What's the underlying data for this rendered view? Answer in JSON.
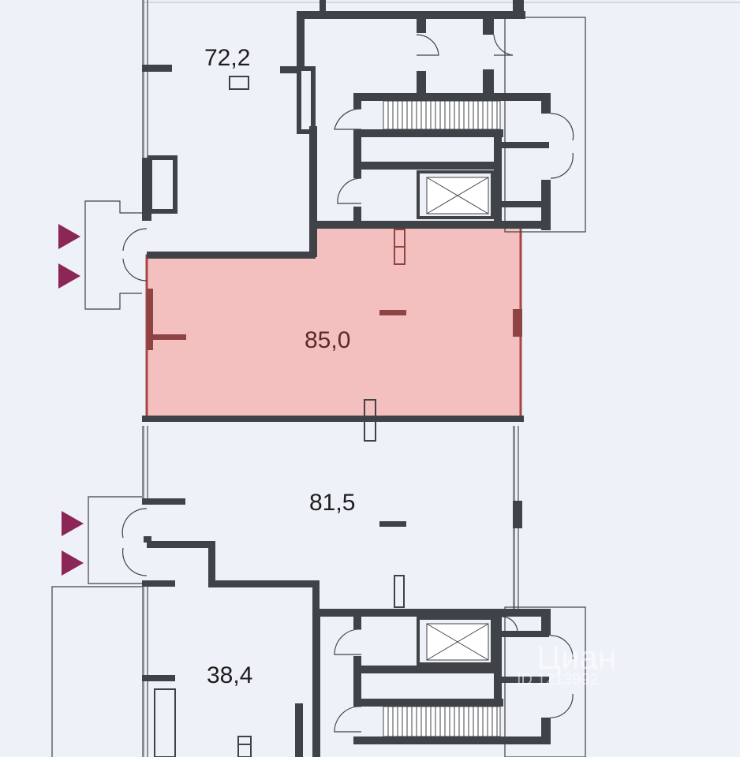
{
  "plan": {
    "units": [
      {
        "id": "unit-top",
        "area": "72,2",
        "selected": false
      },
      {
        "id": "unit-selected",
        "area": "85,0",
        "selected": true
      },
      {
        "id": "unit-middle",
        "area": "81,5",
        "selected": false
      },
      {
        "id": "unit-bottom",
        "area": "38,4",
        "selected": false
      }
    ],
    "colors": {
      "background": "#eef2f8",
      "wall": "#3f4347",
      "selected_fill": "#f4bfbf",
      "selected_border": "#a84646",
      "entrance_marker": "#8b2657"
    },
    "icons": [
      "entrance-arrow-icon",
      "elevator-icon",
      "stairs-icon",
      "door-swing-icon"
    ],
    "watermark": {
      "text": "Циан",
      "id_text": "ID 1213992"
    }
  }
}
